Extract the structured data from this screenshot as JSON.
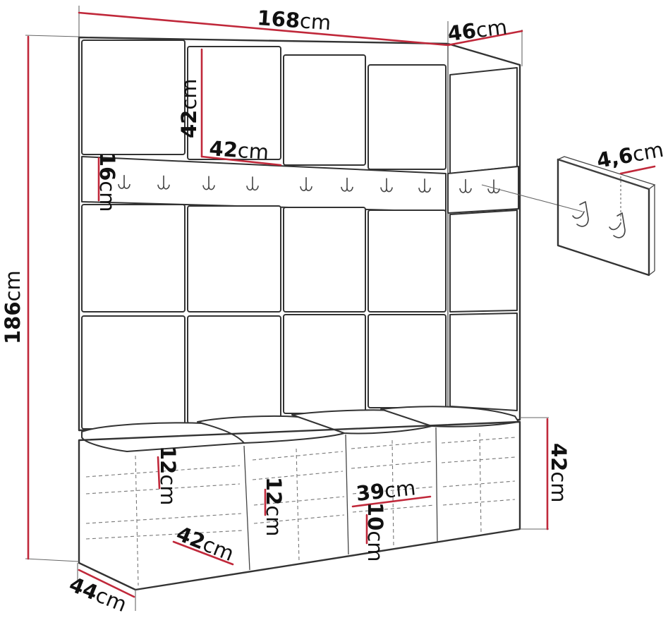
{
  "dimensions": {
    "total_width": "168",
    "depth": "46",
    "height": "186",
    "panel_height": "42",
    "panel_width": "42",
    "rail_height": "16",
    "hook_depth": "4,6",
    "shelf_height_a": "12",
    "shelf_height_b": "12",
    "compartment_width": "39",
    "compartment_height": "10",
    "bench_height": "42",
    "bench_depth": "42",
    "base_depth": "44",
    "unit": "cm"
  }
}
